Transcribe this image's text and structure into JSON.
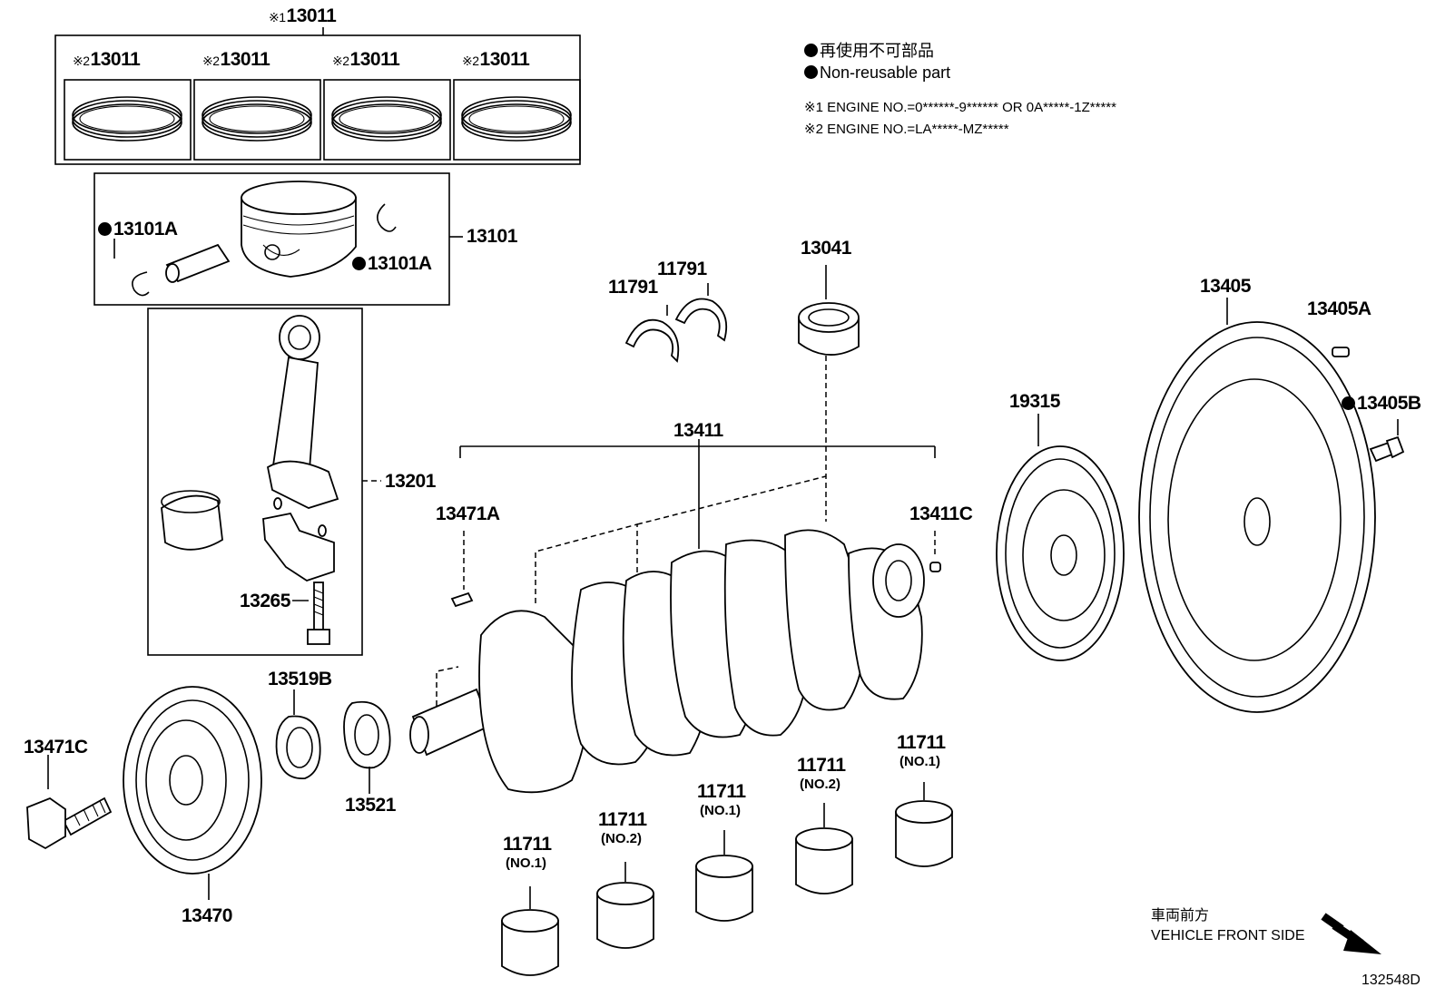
{
  "legend": {
    "non_reusable_jp": "再使用不可部品",
    "non_reusable_en": "Non-reusable part"
  },
  "notes": {
    "note1": "※1 ENGINE NO.=0******-9****** OR 0A*****-1Z*****",
    "note2": "※2 ENGINE NO.=LA*****-MZ*****"
  },
  "rings": {
    "set_mark": "※1",
    "set_number": "13011",
    "items": [
      {
        "mark": "※2",
        "number": "13011"
      },
      {
        "mark": "※2",
        "number": "13011"
      },
      {
        "mark": "※2",
        "number": "13011"
      },
      {
        "mark": "※2",
        "number": "13011"
      }
    ]
  },
  "piston": {
    "assembly": "13101",
    "clip_left": "13101A",
    "clip_right": "13101A"
  },
  "rod": {
    "assembly": "13201",
    "bolt": "13265"
  },
  "crank": {
    "crankshaft": "13411",
    "key_left": "13471A",
    "pin_right": "13411C",
    "thrust_washer_a": "11791",
    "thrust_washer_b": "11791",
    "bushing": "13041"
  },
  "front": {
    "sprocket_b": "13519B",
    "sprocket": "13521",
    "pulley": "13470",
    "pulley_bolt": "13471C"
  },
  "rear": {
    "plate": "19315",
    "flywheel": "13405",
    "pin": "13405A",
    "bolt": "13405B"
  },
  "bearings": [
    {
      "number": "11711",
      "sub": "(NO.1)"
    },
    {
      "number": "11711",
      "sub": "(NO.2)"
    },
    {
      "number": "11711",
      "sub": "(NO.1)"
    },
    {
      "number": "11711",
      "sub": "(NO.2)"
    },
    {
      "number": "11711",
      "sub": "(NO.1)"
    }
  ],
  "direction": {
    "jp": "車両前方",
    "en": "VEHICLE FRONT SIDE"
  },
  "diagram_id": "132548D"
}
